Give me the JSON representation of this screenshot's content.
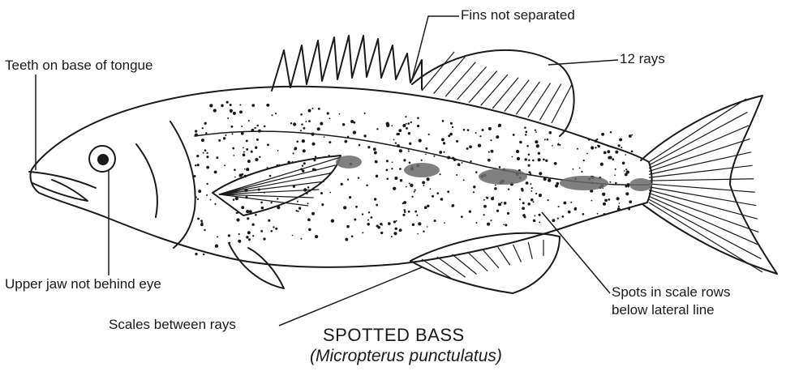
{
  "title": "SPOTTED BASS",
  "scientific_name": "(Micropterus punctulatus)",
  "labels": {
    "teeth": "Teeth on base of tongue",
    "fins": "Fins not separated",
    "rays": "12 rays",
    "jaw": "Upper jaw not behind eye",
    "scales": "Scales between rays",
    "spots_line1": "Spots in scale rows",
    "spots_line2": "below lateral line"
  },
  "colors": {
    "ink": "#1a1a1a",
    "blotch": "#6b6b6b",
    "background": "#ffffff"
  }
}
